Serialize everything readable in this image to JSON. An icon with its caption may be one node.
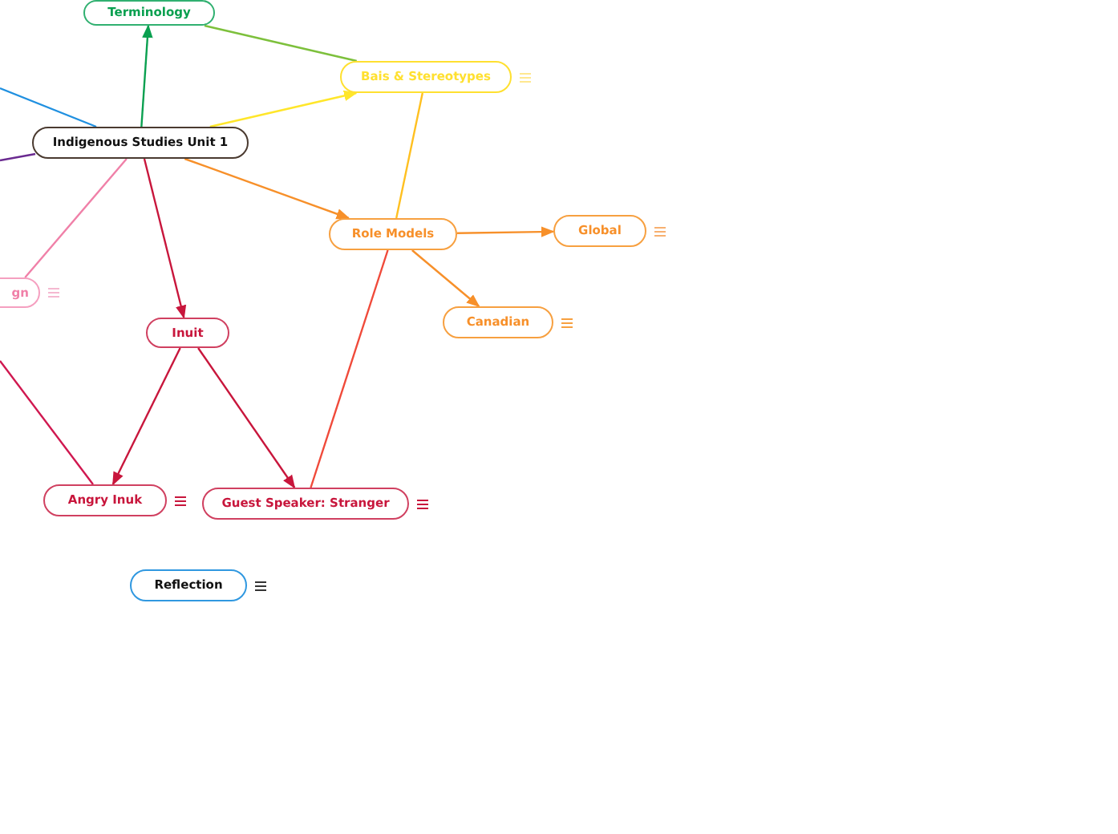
{
  "diagram": {
    "nodes": [
      {
        "text": [
          "Indigenous Studies Unit 1"
        ]
      },
      {
        "text": [
          "Terminology"
        ]
      },
      {
        "text": [
          "Bais & Stereotypes"
        ]
      },
      {
        "text": [
          "Role Models"
        ]
      },
      {
        "text": [
          "Global"
        ]
      },
      {
        "text": [
          "Canadian"
        ]
      },
      {
        "text": [
          "gn"
        ]
      },
      {
        "text": [
          "Inuit"
        ]
      },
      {
        "text": [
          "Angry Inuk"
        ]
      },
      {
        "text": [
          "Guest Speaker: Stranger"
        ]
      },
      {
        "text": [
          "Reflection"
        ]
      }
    ],
    "edges": [
      {
        "from": 0,
        "to": 1,
        "arrow": "to",
        "color": "#0aa050"
      },
      {
        "from": 1,
        "to": 2,
        "arrow": "none",
        "color": "#7dc03c"
      },
      {
        "from": 0,
        "to": 2,
        "arrow": "to",
        "color": "#ffe62a"
      },
      {
        "from": 2,
        "to": 3,
        "arrow": "none",
        "color": "#ffc020"
      },
      {
        "from": 0,
        "to": 3,
        "arrow": "to"
      },
      {
        "from": 3,
        "to": 4,
        "arrow": "to"
      },
      {
        "from": 3,
        "to": 5,
        "arrow": "to"
      },
      {
        "from": 0,
        "to": 7,
        "arrow": "to",
        "color": "#c8163c"
      },
      {
        "from": 7,
        "to": 8,
        "arrow": "to",
        "color": "#c8163c"
      },
      {
        "from": 7,
        "to": 9,
        "arrow": "to",
        "color": "#c8163c"
      },
      {
        "from": 3,
        "to": 9,
        "arrow": "none",
        "color": "#f04a3a"
      },
      {
        "from": 0,
        "to": 6,
        "arrow": "none",
        "color": "#f080a8"
      },
      {
        "from": null,
        "to": 0,
        "arrow": "none",
        "color": "#2090e0"
      },
      {
        "from": null,
        "to": 0,
        "arrow": "none",
        "color": "#6a2a90"
      },
      {
        "from": null,
        "to": 8,
        "arrow": "none",
        "color": "#d01850"
      }
    ]
  }
}
